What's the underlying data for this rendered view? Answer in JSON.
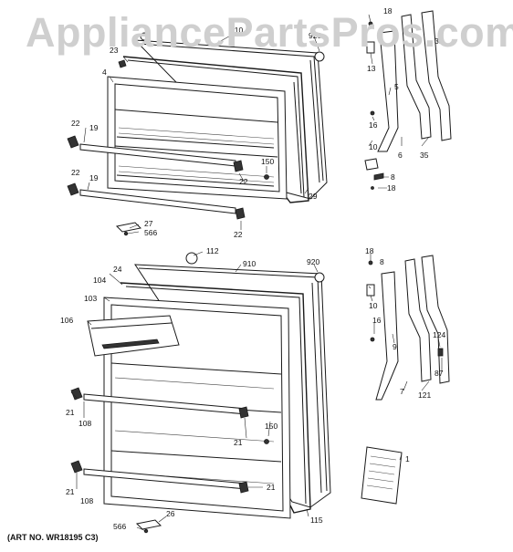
{
  "watermark": "AppliancePartsPros.com",
  "art_number": "(ART NO. WR18195 C3)",
  "callouts_top": [
    "18",
    "920",
    "910",
    "23",
    "35",
    "4",
    "13",
    "5",
    "22",
    "19",
    "10",
    "6",
    "35",
    "150",
    "8",
    "22",
    "19",
    "22",
    "29",
    "18",
    "27",
    "566",
    "22",
    "16"
  ],
  "callouts_bottom": [
    "112",
    "18",
    "8",
    "24",
    "910",
    "920",
    "104",
    "103",
    "10",
    "106",
    "16",
    "124",
    "9",
    "87",
    "21",
    "7",
    "121",
    "150",
    "108",
    "21",
    "1",
    "21",
    "21",
    "108",
    "115",
    "26",
    "566"
  ]
}
